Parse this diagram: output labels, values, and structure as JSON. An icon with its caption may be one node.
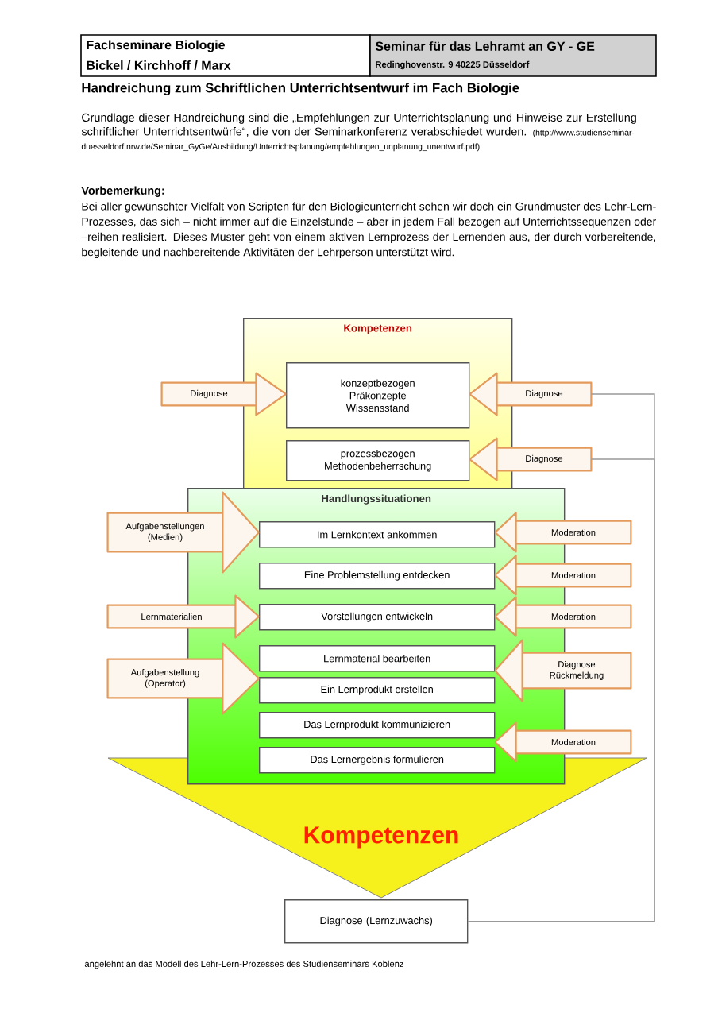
{
  "diagram": {
    "title": "Handreichung zum Schriftlichen Unterrichtsentwurf im Fach Biologie",
    "caption": "angelehnt an das Modell des Lehr-Lern-Prozesses des Studienseminars Koblenz",
    "nodes": [
      {
        "text": [
          "Kompetenzen"
        ]
      },
      {
        "text": [
          "konzeptbezogen Präkonzepte Wissensstand"
        ],
        "in": 0
      },
      {
        "text": [
          "prozessbezogen Methodenbeherrschung"
        ],
        "in": 0
      },
      {
        "text": [
          "Handlungssituationen"
        ]
      },
      {
        "text": [
          "Im Lernkontext ankommen"
        ],
        "in": 3
      },
      {
        "text": [
          "Eine Problemstellung entdecken"
        ],
        "in": 3
      },
      {
        "text": [
          "Vorstellungen entwickeln"
        ],
        "in": 3
      },
      {
        "text": [
          "Lernmaterial bearbeiten"
        ],
        "in": 3
      },
      {
        "text": [
          "Ein Lernprodukt erstellen"
        ],
        "in": 3
      },
      {
        "text": [
          "Das Lernprodukt kommunizieren"
        ],
        "in": 3
      },
      {
        "text": [
          "Das Lernergebnis formulieren"
        ],
        "in": 3
      },
      {
        "text": [
          "Kompetenzen"
        ]
      },
      {
        "text": [
          "Diagnose (Lernzuwachs)"
        ]
      },
      {
        "text": [
          "Diagnose"
        ]
      },
      {
        "text": [
          "Diagnose"
        ]
      },
      {
        "text": [
          "Diagnose"
        ]
      },
      {
        "text": [
          "Aufgabenstellungen (Medien)"
        ]
      },
      {
        "text": [
          "Moderation"
        ]
      },
      {
        "text": [
          "Moderation"
        ]
      },
      {
        "text": [
          "Lernmaterialien"
        ]
      },
      {
        "text": [
          "Moderation"
        ]
      },
      {
        "text": [
          "Aufgabenstellung (Operator)"
        ]
      },
      {
        "text": [
          "Diagnose Rückmeldung"
        ]
      },
      {
        "text": [
          "Moderation"
        ]
      }
    ],
    "edges": [
      {
        "from": 13,
        "to": 1,
        "arrow": "to"
      },
      {
        "from": 14,
        "to": 1,
        "arrow": "to"
      },
      {
        "from": 15,
        "to": 2,
        "arrow": "to"
      },
      {
        "from": 16,
        "to": 4,
        "arrow": "to"
      },
      {
        "from": 17,
        "to": 4,
        "arrow": "to"
      },
      {
        "from": 18,
        "to": 5,
        "arrow": "to"
      },
      {
        "from": 19,
        "to": 6,
        "arrow": "to"
      },
      {
        "from": 20,
        "to": 6,
        "arrow": "to"
      },
      {
        "from": 21,
        "to": 8,
        "arrow": "to"
      },
      {
        "from": 22,
        "to": 7,
        "arrow": "to"
      },
      {
        "from": 23,
        "to": 9,
        "arrow": "to"
      },
      {
        "from": 12,
        "to": 14,
        "arrow": "none",
        "color": "#999999"
      },
      {
        "from": 12,
        "to": 15,
        "arrow": "none",
        "color": "#999999"
      }
    ],
    "labels": [
      "Fachseminare Biologie",
      "Bickel / Kirchhoff / Marx",
      "Seminar für das Lehramt an GY - GE",
      "Redinghovenstr. 9 40225 Düsseldorf",
      "Grundlage dieser Handreichung sind die „Empfehlungen zur Unterrichtsplanung und Hinweise zur Erstellung schriftlicher Unterrichtsentwürfe“, die von der Seminarkonferenz verabschiedet wurden.",
      "(http://www.studienseminar-duesseldorf.nrw.de/Seminar_GyGe/Ausbildung/Unterrichtsplanung/empfehlungen_unplanung_unentwurf.pdf)",
      "Vorbemerkung:",
      "Bei aller gewünschter Vielfalt von Scripten für den Biologieunterricht sehen wir doch ein Grundmuster des Lehr-Lern-Prozesses, das sich – nicht immer auf die Einzelstunde – aber in jedem Fall bezogen auf Unterrichtssequenzen oder –reihen realisiert. Dieses Muster geht von einem aktiven Lernprozess der Lernenden aus, der durch vorbereitende, begleitende und nachbereitende Aktivitäten der Lehrperson unterstützt wird."
    ]
  }
}
